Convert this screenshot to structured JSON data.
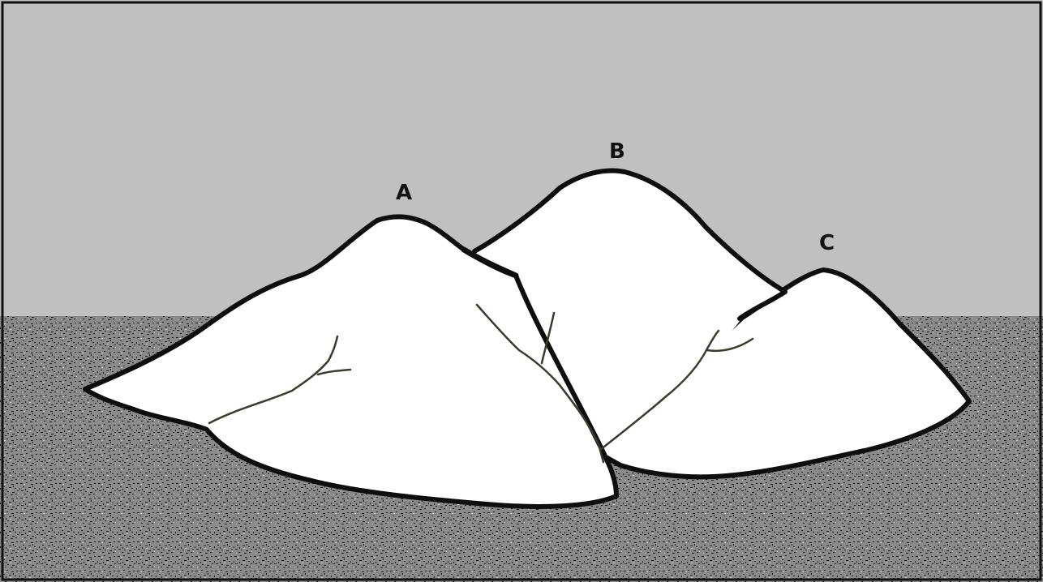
{
  "labels": {
    "a": "A",
    "b": "B",
    "c": "C"
  },
  "colors": {
    "sky": "#c0c0c0",
    "ground": "#8a8a8a",
    "ground_speckle_dark": "#1e1e1e",
    "ground_speckle_light": "#d0d0d0",
    "hill_fill": "#ffffff",
    "outline": "#0e0e0e",
    "stream": "#3a3a2e"
  }
}
